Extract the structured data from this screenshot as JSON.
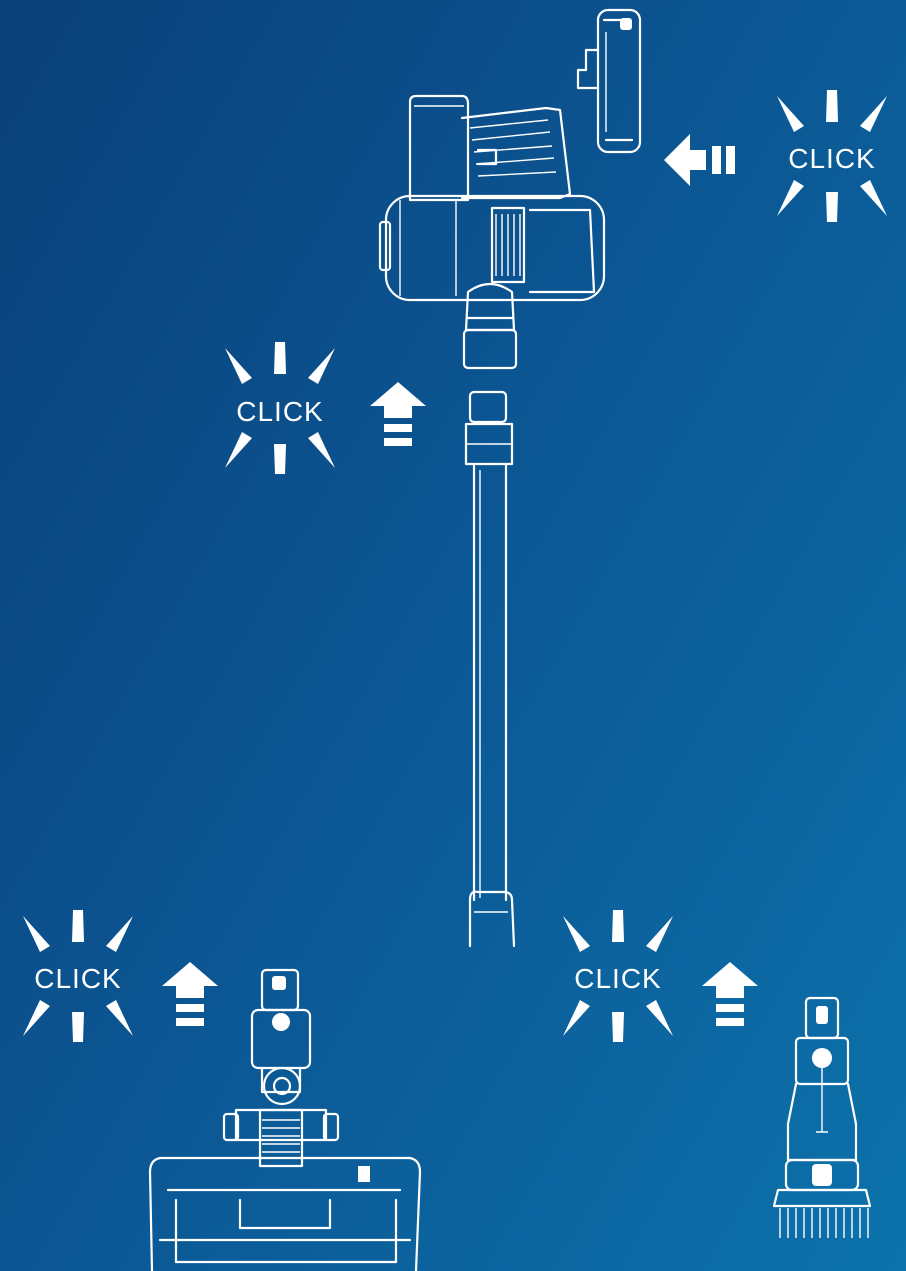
{
  "colors": {
    "background_start": "#0a3f78",
    "background_end": "#0c72ab",
    "line": "#ffffff"
  },
  "indicators": {
    "top_right": {
      "label": "CLICK",
      "arrow_direction": "left"
    },
    "middle_left": {
      "label": "CLICK",
      "arrow_direction": "up"
    },
    "bottom_left": {
      "label": "CLICK",
      "arrow_direction": "up"
    },
    "bottom_right": {
      "label": "CLICK",
      "arrow_direction": "up"
    }
  },
  "components": [
    {
      "name": "battery-pack-icon"
    },
    {
      "name": "vacuum-main-body-icon"
    },
    {
      "name": "extension-tube-icon"
    },
    {
      "name": "floor-brush-head-icon"
    },
    {
      "name": "dusting-brush-tool-icon"
    }
  ]
}
